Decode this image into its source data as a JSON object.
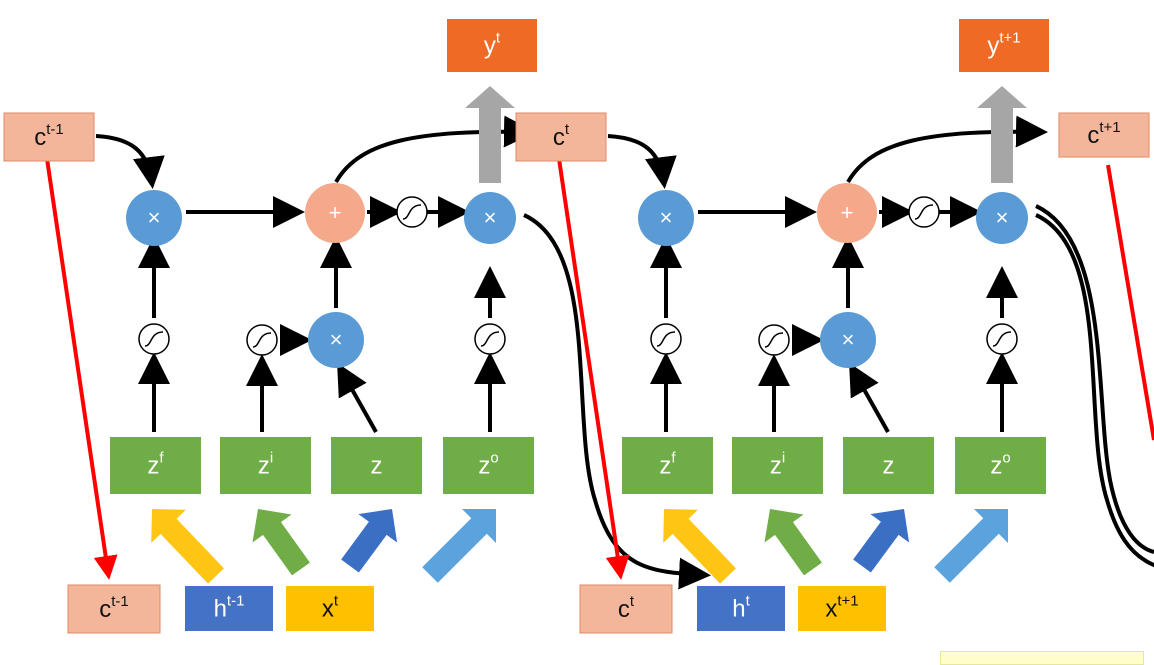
{
  "colors": {
    "cell_box": "#f4b69a",
    "output_box": "#ee6a25",
    "gate_box": "#6fad46",
    "hidden_box": "#4472c4",
    "input_box": "#ffc000",
    "multiply_node": "#5b9bd5",
    "add_node": "#f5a98b",
    "forget_arrow": "#ffc515",
    "input_arrow": "#70ad47",
    "z_arrow": "#3a6fc4",
    "output_arrow": "#5aa3dc",
    "cell_path": "#ff0000",
    "grey_arrow": "#a6a6a6"
  },
  "operators": {
    "multiply": "×",
    "add": "+"
  },
  "cells": [
    {
      "output_label": {
        "base": "y",
        "sup": "t"
      },
      "cell_in": {
        "base": "c",
        "sup": "t-1"
      },
      "gates": [
        {
          "base": "z",
          "sup": "f"
        },
        {
          "base": "z",
          "sup": "i"
        },
        {
          "base": "z",
          "sup": ""
        },
        {
          "base": "z",
          "sup": "o"
        }
      ],
      "bottom_c": {
        "base": "c",
        "sup": "t-1"
      },
      "bottom_h": {
        "base": "h",
        "sup": "t-1"
      },
      "bottom_x": {
        "base": "x",
        "sup": "t"
      }
    },
    {
      "output_label": {
        "base": "y",
        "sup": "t+1"
      },
      "cell_in": {
        "base": "c",
        "sup": "t"
      },
      "gates": [
        {
          "base": "z",
          "sup": "f"
        },
        {
          "base": "z",
          "sup": "i"
        },
        {
          "base": "z",
          "sup": ""
        },
        {
          "base": "z",
          "sup": "o"
        }
      ],
      "bottom_c": {
        "base": "c",
        "sup": "t"
      },
      "bottom_h": {
        "base": "h",
        "sup": "t"
      },
      "bottom_x": {
        "base": "x",
        "sup": "t+1"
      }
    }
  ],
  "cell_out": {
    "base": "c",
    "sup": "t+1"
  }
}
